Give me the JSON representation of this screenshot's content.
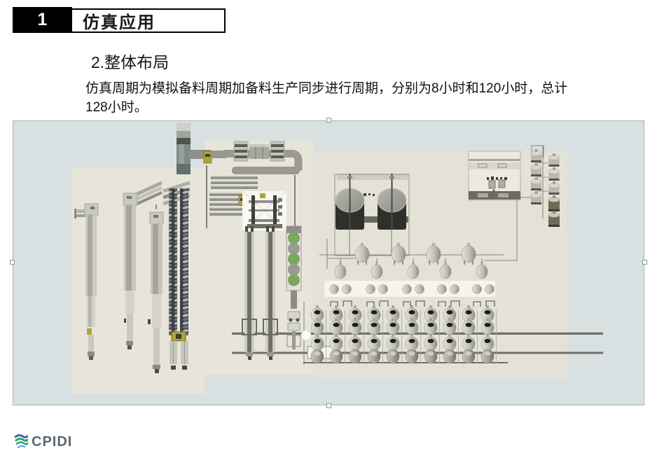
{
  "header": {
    "number": "1",
    "title": "仿真应用"
  },
  "subtitle": "2.整体布局",
  "body": {
    "line1": "仿真周期为模拟备料周期加备料生产同步进行周期，分别为8小时和120小时，总计",
    "line2": "128小时。"
  },
  "footer": {
    "logo_text": "CPIDI"
  },
  "figure": {
    "colors": {
      "background": "#d9e0e2",
      "floor": "#e7e4d9",
      "floor_right": "#e4e1d6",
      "accent_yellow": "#b1a437",
      "accent_green": "#7ba75f"
    }
  }
}
